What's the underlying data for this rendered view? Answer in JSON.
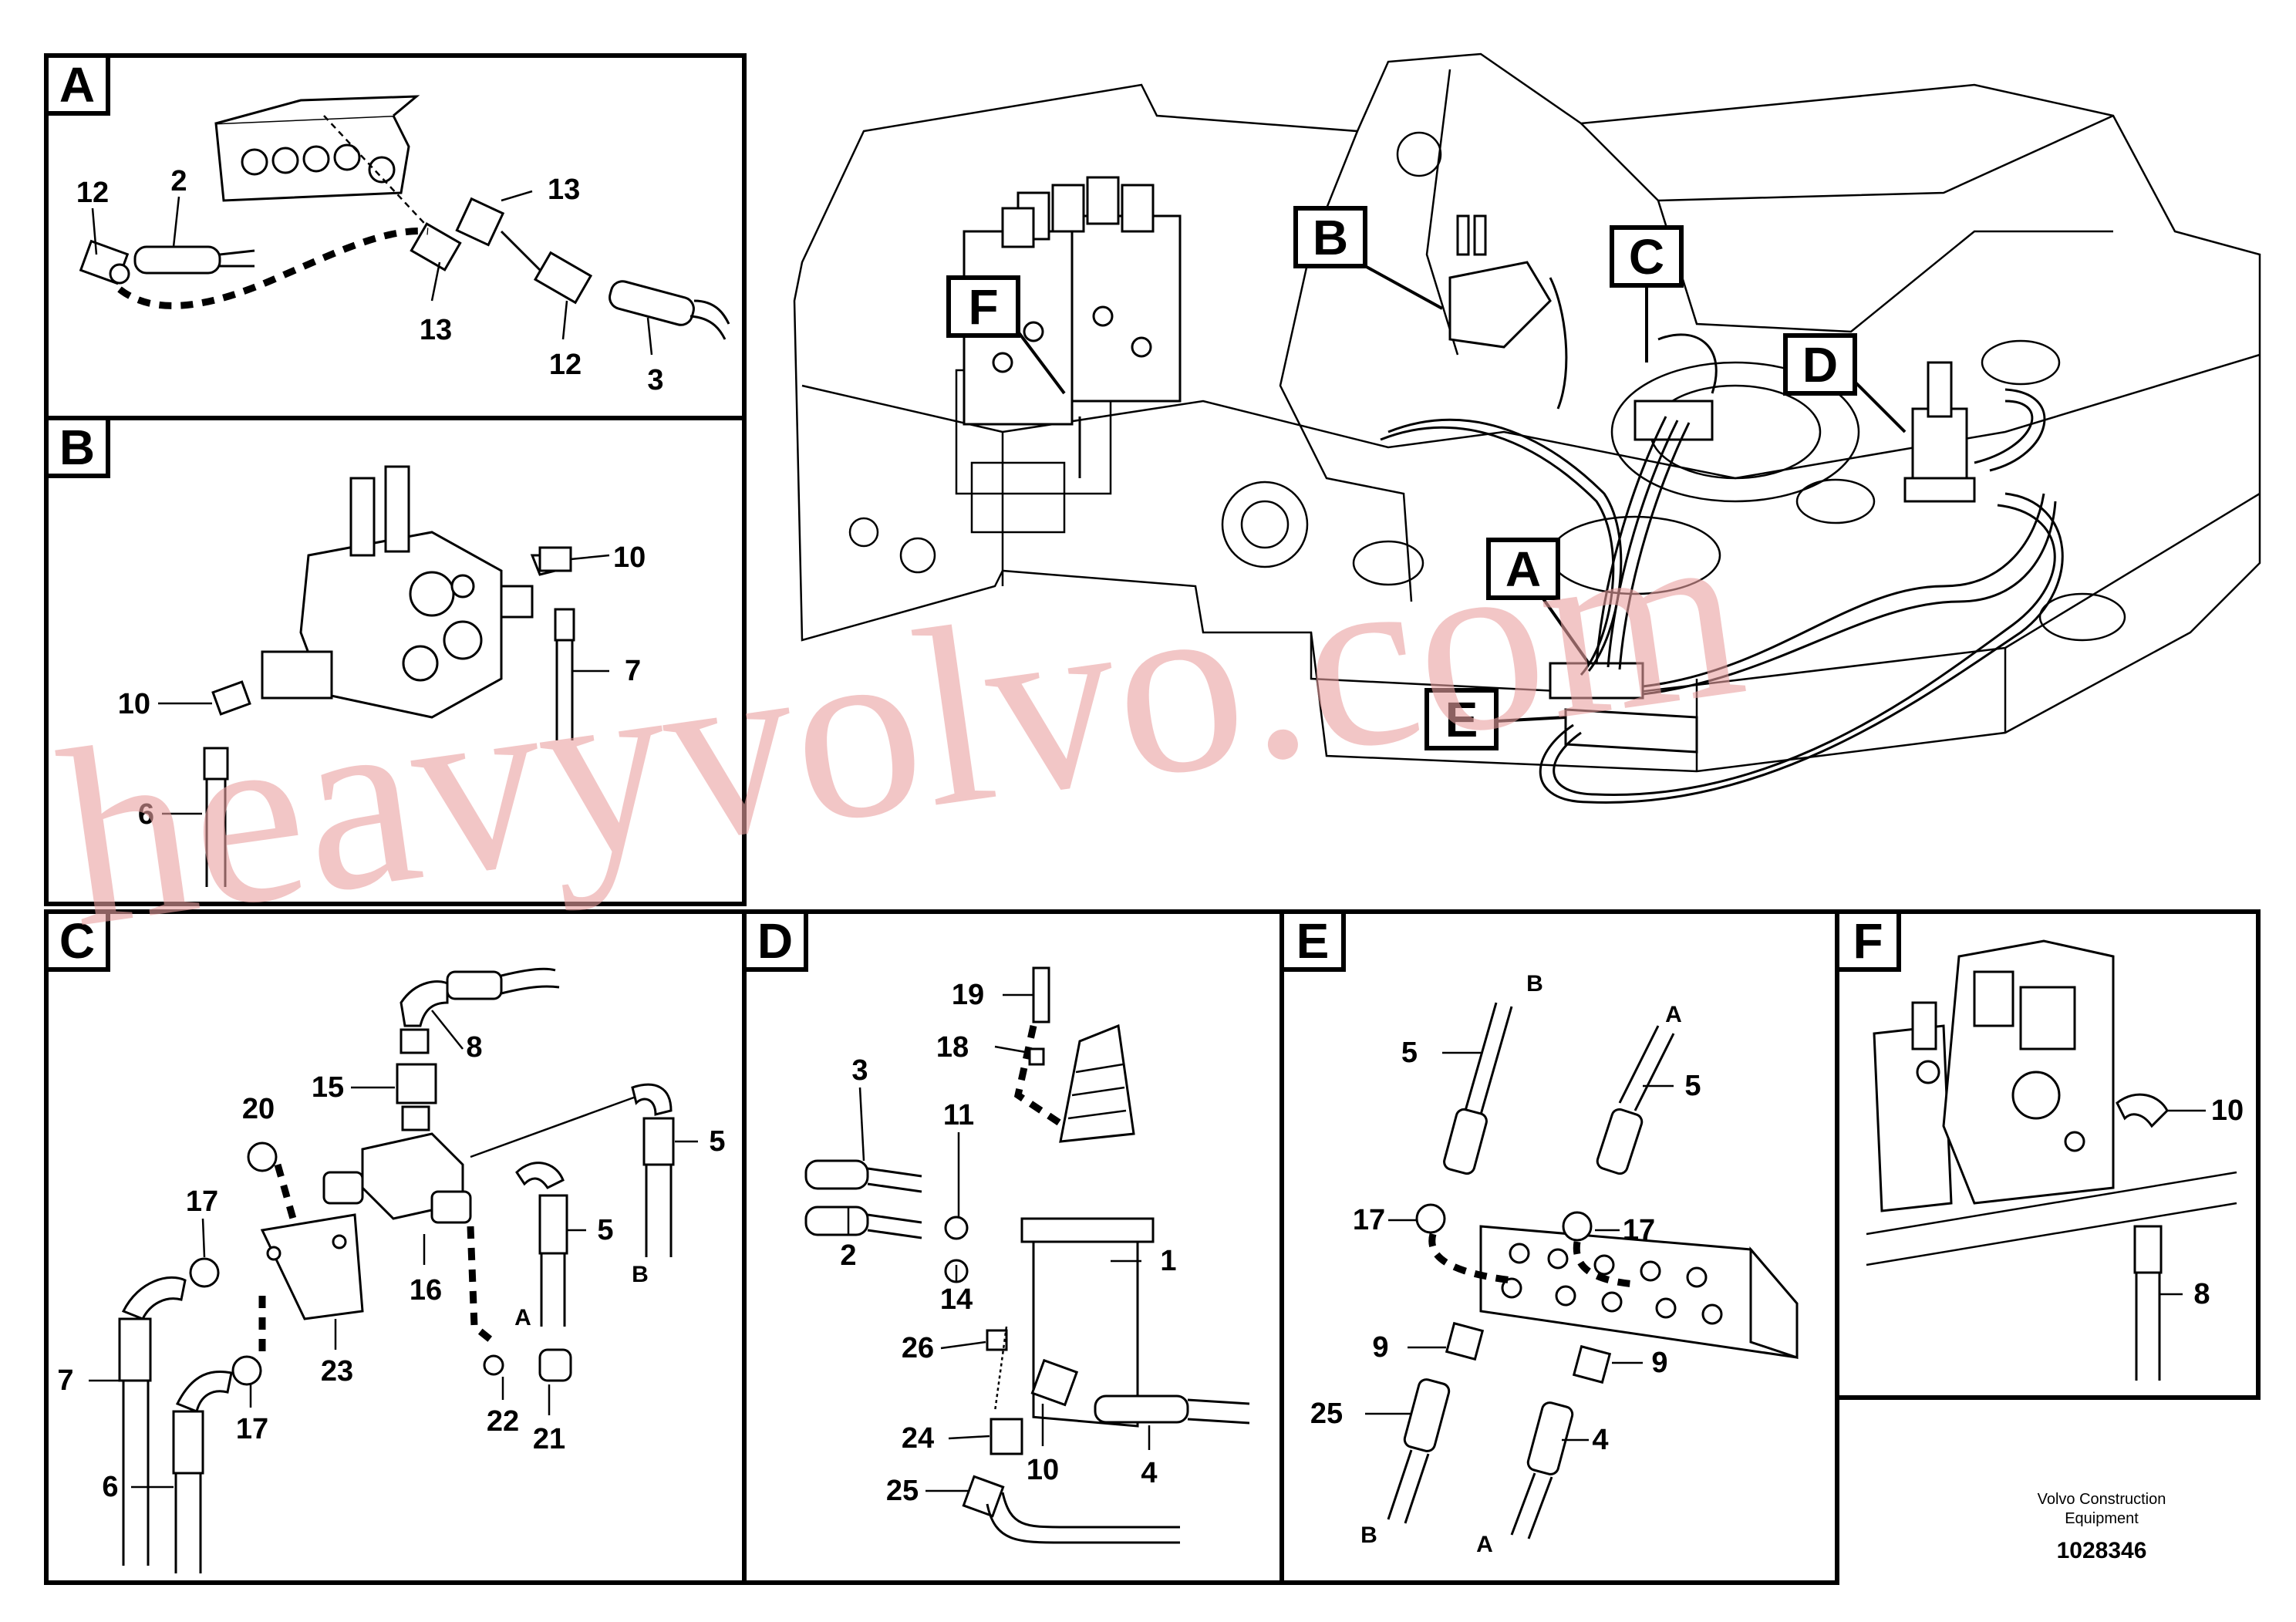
{
  "panels": {
    "a": {
      "tag": "A",
      "labels": [
        "12",
        "2",
        "13",
        "13",
        "12",
        "3"
      ]
    },
    "b": {
      "tag": "B",
      "labels": [
        "10",
        "7",
        "10",
        "6"
      ]
    },
    "c": {
      "tag": "C",
      "labels": [
        "8",
        "15",
        "20",
        "17",
        "5",
        "5",
        "16",
        "7",
        "23",
        "17",
        "6",
        "22",
        "21"
      ],
      "letters": [
        "A",
        "B"
      ]
    },
    "d": {
      "tag": "D",
      "labels": [
        "19",
        "18",
        "3",
        "11",
        "2",
        "14",
        "1",
        "26",
        "24",
        "10",
        "4",
        "25"
      ]
    },
    "e": {
      "tag": "E",
      "labels": [
        "5",
        "5",
        "17",
        "17",
        "9",
        "9",
        "25",
        "4"
      ],
      "letters": [
        "B",
        "A",
        "B",
        "A"
      ]
    },
    "f": {
      "tag": "F",
      "labels": [
        "10",
        "8"
      ]
    }
  },
  "overview": {
    "tags": [
      "B",
      "C",
      "F",
      "D",
      "A",
      "E"
    ]
  },
  "footer": {
    "company_line1": "Volvo Construction",
    "company_line2": "Equipment",
    "doc_number": "1028346"
  },
  "watermark": {
    "text": "heavyvolvo.com",
    "color": "#e9a0a0"
  }
}
